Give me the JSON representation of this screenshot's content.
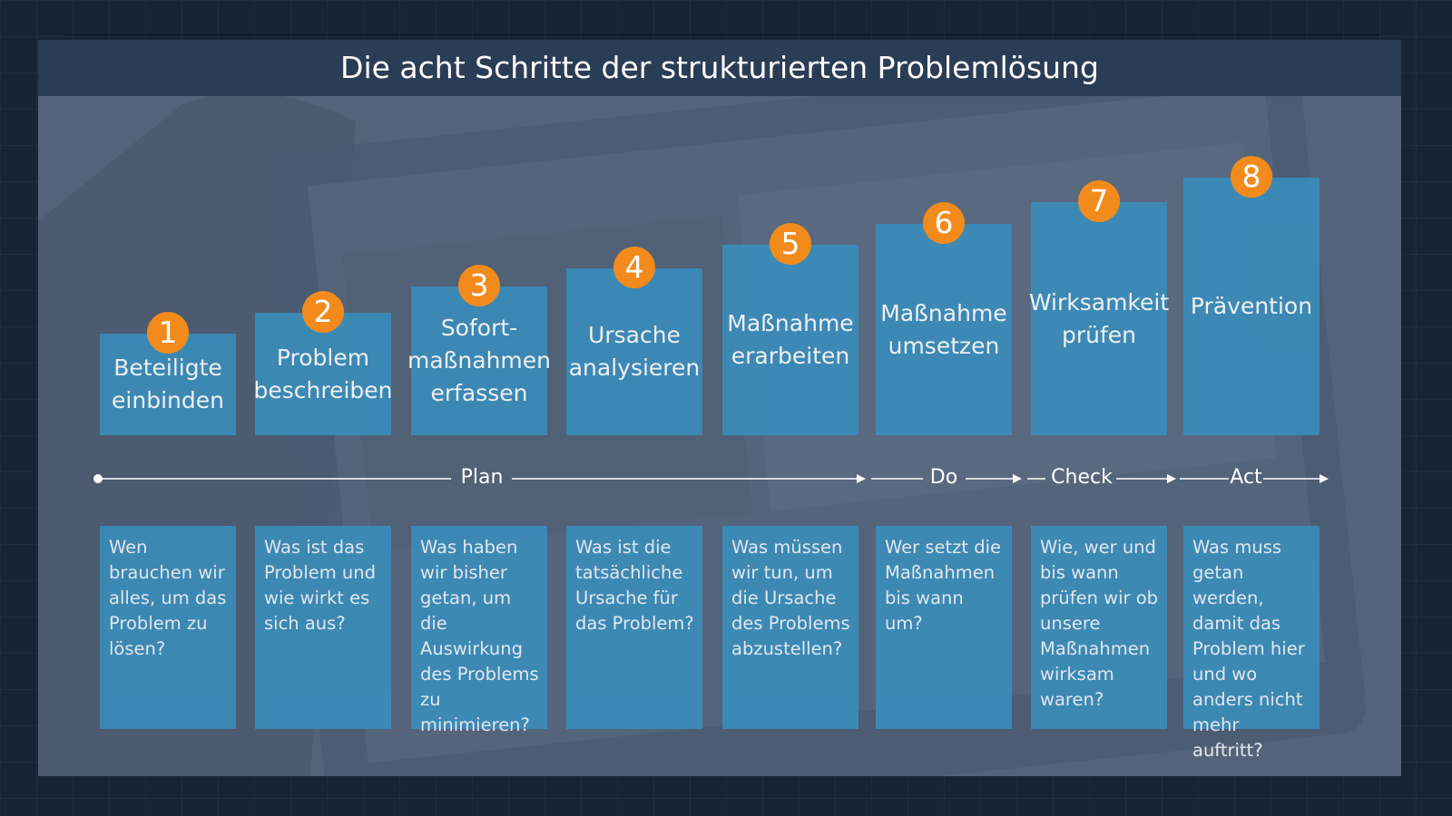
{
  "title": "Die acht Schritte der strukturierten Problemlösung",
  "steps": [
    {
      "number": "1",
      "label": "Beteiligte\neinbinden",
      "question": "Wen brauchen wir alles, um das Problem zu lösen?"
    },
    {
      "number": "2",
      "label": "Problem\nbeschreiben",
      "question": "Was ist das Problem und wie wirkt es sich aus?"
    },
    {
      "number": "3",
      "label": "Sofort-\nmaßnahmen\nerfassen",
      "question": "Was haben wir bisher getan, um die Auswirkung des Problems zu minimieren?"
    },
    {
      "number": "4",
      "label": "Ursache\nanalysieren",
      "question": "Was ist die tatsächliche Ursache für das Problem?"
    },
    {
      "number": "5",
      "label": "Maßnahme\nerarbeiten",
      "question": "Was müssen wir tun, um die Ursache des Problems abzustellen?"
    },
    {
      "number": "6",
      "label": "Maßnahme\numsetzen",
      "question": "Wer setzt die Maßnahmen bis wann um?"
    },
    {
      "number": "7",
      "label": "Wirksamkeit\nprüfen",
      "question": "Wie, wer und bis wann prüfen wir ob unsere Maßnahmen wirksam waren?"
    },
    {
      "number": "8",
      "label": "Prävention",
      "question": "Was muss getan werden, damit das Problem hier und wo anders nicht mehr auftritt?"
    }
  ],
  "phases": [
    {
      "label": "Plan"
    },
    {
      "label": "Do"
    },
    {
      "label": "Check"
    },
    {
      "label": "Act"
    }
  ],
  "colors": {
    "step_fill": "#3a8dbb",
    "badge": "#f28b1c",
    "title_bar": "#2b3d55",
    "panel": "#546379"
  }
}
